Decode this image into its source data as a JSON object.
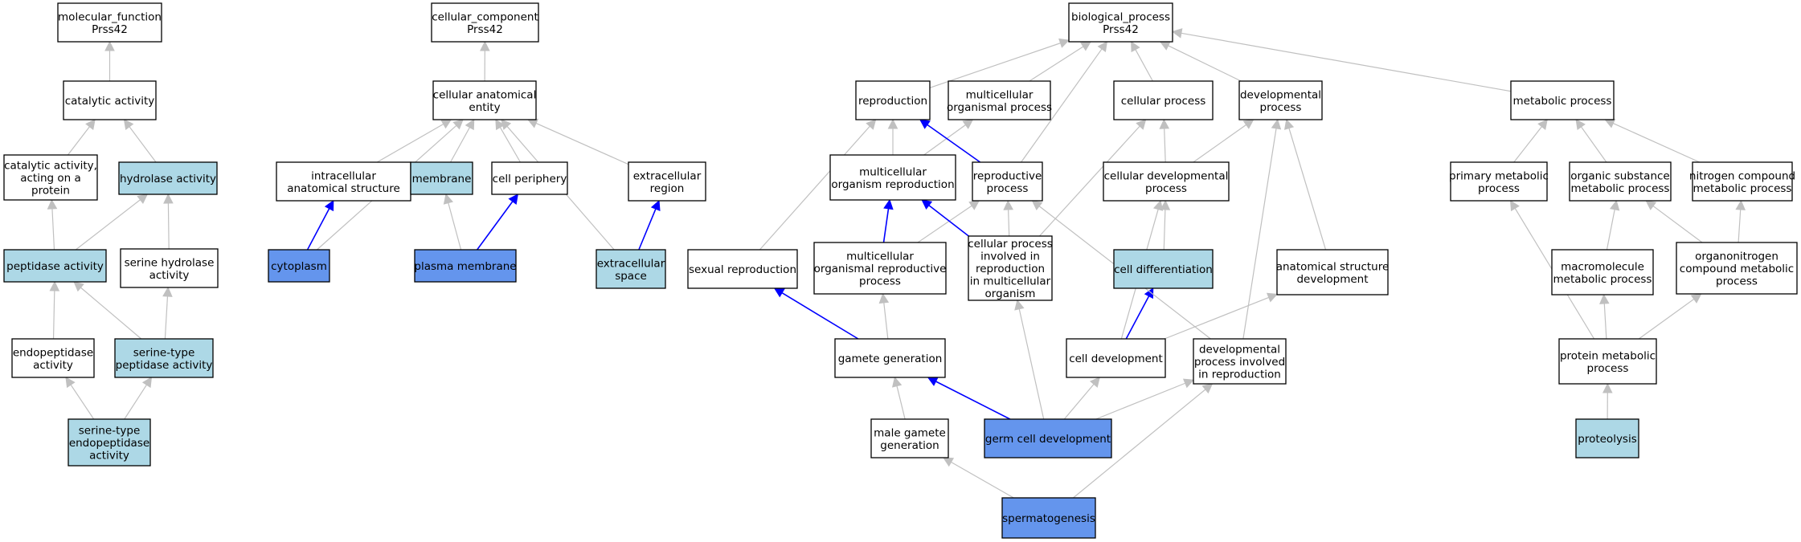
{
  "colors": {
    "default": "#ffffff",
    "light": "#add8e6",
    "dark": "#6495ed",
    "edge_gray": "#c0c0c0",
    "edge_blue": "#0000ff"
  },
  "nodes": [
    {
      "id": "mf",
      "lines": [
        "molecular_function",
        "Prss42"
      ],
      "style": "default"
    },
    {
      "id": "catact",
      "lines": [
        "catalytic activity"
      ],
      "style": "default"
    },
    {
      "id": "catprot",
      "lines": [
        "catalytic activity,",
        "acting on a",
        "protein"
      ],
      "style": "default"
    },
    {
      "id": "hydro",
      "lines": [
        "hydrolase activity"
      ],
      "style": "light"
    },
    {
      "id": "pept",
      "lines": [
        "peptidase activity"
      ],
      "style": "light"
    },
    {
      "id": "serhyd",
      "lines": [
        "serine hydrolase",
        "activity"
      ],
      "style": "default"
    },
    {
      "id": "endo",
      "lines": [
        "endopeptidase",
        "activity"
      ],
      "style": "default"
    },
    {
      "id": "serpep",
      "lines": [
        "serine-type",
        "peptidase activity"
      ],
      "style": "light"
    },
    {
      "id": "serendo",
      "lines": [
        "serine-type",
        "endopeptidase",
        "activity"
      ],
      "style": "light"
    },
    {
      "id": "cc",
      "lines": [
        "cellular_component",
        "Prss42"
      ],
      "style": "default"
    },
    {
      "id": "cae",
      "lines": [
        "cellular anatomical",
        "entity"
      ],
      "style": "default"
    },
    {
      "id": "ias",
      "lines": [
        "intracellular",
        "anatomical structure"
      ],
      "style": "default"
    },
    {
      "id": "membrane",
      "lines": [
        "membrane"
      ],
      "style": "light"
    },
    {
      "id": "cellper",
      "lines": [
        "cell periphery"
      ],
      "style": "default"
    },
    {
      "id": "extreg",
      "lines": [
        "extracellular",
        "region"
      ],
      "style": "default"
    },
    {
      "id": "cytoplasm",
      "lines": [
        "cytoplasm"
      ],
      "style": "dark"
    },
    {
      "id": "plasmamem",
      "lines": [
        "plasma membrane"
      ],
      "style": "dark"
    },
    {
      "id": "extspace",
      "lines": [
        "extracellular",
        "space"
      ],
      "style": "light"
    },
    {
      "id": "bp",
      "lines": [
        "biological_process",
        "Prss42"
      ],
      "style": "default"
    },
    {
      "id": "repro",
      "lines": [
        "reproduction"
      ],
      "style": "default"
    },
    {
      "id": "multiproc",
      "lines": [
        "multicellular",
        "organismal process"
      ],
      "style": "default"
    },
    {
      "id": "cellproc",
      "lines": [
        "cellular process"
      ],
      "style": "default"
    },
    {
      "id": "devproc",
      "lines": [
        "developmental",
        "process"
      ],
      "style": "default"
    },
    {
      "id": "metab",
      "lines": [
        "metabolic process"
      ],
      "style": "default"
    },
    {
      "id": "multirep",
      "lines": [
        "multicellular",
        "organism reproduction"
      ],
      "style": "default"
    },
    {
      "id": "reprproc",
      "lines": [
        "reproductive",
        "process"
      ],
      "style": "default"
    },
    {
      "id": "celldevproc",
      "lines": [
        "cellular developmental",
        "process"
      ],
      "style": "default"
    },
    {
      "id": "primmet",
      "lines": [
        "primary metabolic",
        "process"
      ],
      "style": "default"
    },
    {
      "id": "orgsub",
      "lines": [
        "organic substance",
        "metabolic process"
      ],
      "style": "default"
    },
    {
      "id": "nitro",
      "lines": [
        "nitrogen compound",
        "metabolic process"
      ],
      "style": "default"
    },
    {
      "id": "sexrep",
      "lines": [
        "sexual reproduction"
      ],
      "style": "default"
    },
    {
      "id": "multirepproc",
      "lines": [
        "multicellular",
        "organismal reproductive",
        "process"
      ],
      "style": "default"
    },
    {
      "id": "cpinv",
      "lines": [
        "cellular process",
        "involved in",
        "reproduction",
        "in multicellular",
        "organism"
      ],
      "style": "default"
    },
    {
      "id": "celldiff",
      "lines": [
        "cell differentiation"
      ],
      "style": "light"
    },
    {
      "id": "anatdev",
      "lines": [
        "anatomical structure",
        "development"
      ],
      "style": "default"
    },
    {
      "id": "macromet",
      "lines": [
        "macromolecule",
        "metabolic process"
      ],
      "style": "default"
    },
    {
      "id": "organo",
      "lines": [
        "organonitrogen",
        "compound metabolic",
        "process"
      ],
      "style": "default"
    },
    {
      "id": "gamgen",
      "lines": [
        "gamete generation"
      ],
      "style": "default"
    },
    {
      "id": "celldev",
      "lines": [
        "cell development"
      ],
      "style": "default"
    },
    {
      "id": "devinv",
      "lines": [
        "developmental",
        "process involved",
        "in reproduction"
      ],
      "style": "default"
    },
    {
      "id": "protmet",
      "lines": [
        "protein metabolic",
        "process"
      ],
      "style": "default"
    },
    {
      "id": "malegam",
      "lines": [
        "male gamete",
        "generation"
      ],
      "style": "default"
    },
    {
      "id": "germdev",
      "lines": [
        "germ cell development"
      ],
      "style": "dark"
    },
    {
      "id": "proteol",
      "lines": [
        "proteolysis"
      ],
      "style": "light"
    },
    {
      "id": "sperm",
      "lines": [
        "spermatogenesis"
      ],
      "style": "dark"
    }
  ],
  "edges": [
    {
      "from": "catact",
      "to": "mf",
      "color": "gray"
    },
    {
      "from": "catprot",
      "to": "catact",
      "color": "gray"
    },
    {
      "from": "hydro",
      "to": "catact",
      "color": "gray"
    },
    {
      "from": "pept",
      "to": "catprot",
      "color": "gray"
    },
    {
      "from": "pept",
      "to": "hydro",
      "color": "gray"
    },
    {
      "from": "serhyd",
      "to": "hydro",
      "color": "gray"
    },
    {
      "from": "endo",
      "to": "pept",
      "color": "gray"
    },
    {
      "from": "serpep",
      "to": "pept",
      "color": "gray"
    },
    {
      "from": "serpep",
      "to": "serhyd",
      "color": "gray"
    },
    {
      "from": "serendo",
      "to": "endo",
      "color": "gray"
    },
    {
      "from": "serendo",
      "to": "serpep",
      "color": "gray"
    },
    {
      "from": "cae",
      "to": "cc",
      "color": "gray"
    },
    {
      "from": "ias",
      "to": "cae",
      "color": "gray"
    },
    {
      "from": "membrane",
      "to": "cae",
      "color": "gray"
    },
    {
      "from": "cellper",
      "to": "cae",
      "color": "gray"
    },
    {
      "from": "extreg",
      "to": "cae",
      "color": "gray"
    },
    {
      "from": "cytoplasm",
      "to": "ias",
      "color": "blue"
    },
    {
      "from": "cytoplasm",
      "to": "cae",
      "color": "gray"
    },
    {
      "from": "plasmamem",
      "to": "membrane",
      "color": "gray"
    },
    {
      "from": "plasmamem",
      "to": "cellper",
      "color": "blue"
    },
    {
      "from": "extspace",
      "to": "extreg",
      "color": "blue"
    },
    {
      "from": "extspace",
      "to": "cae",
      "color": "gray"
    },
    {
      "from": "repro",
      "to": "bp",
      "color": "gray"
    },
    {
      "from": "multiproc",
      "to": "bp",
      "color": "gray"
    },
    {
      "from": "cellproc",
      "to": "bp",
      "color": "gray"
    },
    {
      "from": "devproc",
      "to": "bp",
      "color": "gray"
    },
    {
      "from": "metab",
      "to": "bp",
      "color": "gray"
    },
    {
      "from": "reprproc",
      "to": "bp",
      "color": "gray"
    },
    {
      "from": "multirep",
      "to": "repro",
      "color": "gray"
    },
    {
      "from": "multirep",
      "to": "multiproc",
      "color": "gray"
    },
    {
      "from": "reprproc",
      "to": "repro",
      "color": "blue"
    },
    {
      "from": "celldevproc",
      "to": "cellproc",
      "color": "gray"
    },
    {
      "from": "celldevproc",
      "to": "devproc",
      "color": "gray"
    },
    {
      "from": "primmet",
      "to": "metab",
      "color": "gray"
    },
    {
      "from": "orgsub",
      "to": "metab",
      "color": "gray"
    },
    {
      "from": "nitro",
      "to": "metab",
      "color": "gray"
    },
    {
      "from": "sexrep",
      "to": "repro",
      "color": "gray"
    },
    {
      "from": "multirepproc",
      "to": "multirep",
      "color": "blue"
    },
    {
      "from": "multirepproc",
      "to": "reprproc",
      "color": "gray"
    },
    {
      "from": "cpinv",
      "to": "multirep",
      "color": "blue"
    },
    {
      "from": "cpinv",
      "to": "reprproc",
      "color": "gray"
    },
    {
      "from": "cpinv",
      "to": "cellproc",
      "color": "gray"
    },
    {
      "from": "celldiff",
      "to": "celldevproc",
      "color": "gray"
    },
    {
      "from": "anatdev",
      "to": "devproc",
      "color": "gray"
    },
    {
      "from": "macromet",
      "to": "orgsub",
      "color": "gray"
    },
    {
      "from": "organo",
      "to": "orgsub",
      "color": "gray"
    },
    {
      "from": "organo",
      "to": "nitro",
      "color": "gray"
    },
    {
      "from": "gamgen",
      "to": "sexrep",
      "color": "blue"
    },
    {
      "from": "gamgen",
      "to": "multirepproc",
      "color": "gray"
    },
    {
      "from": "celldev",
      "to": "celldiff",
      "color": "blue"
    },
    {
      "from": "celldev",
      "to": "celldevproc",
      "color": "gray"
    },
    {
      "from": "celldev",
      "to": "anatdev",
      "color": "gray"
    },
    {
      "from": "devinv",
      "to": "reprproc",
      "color": "gray"
    },
    {
      "from": "devinv",
      "to": "devproc",
      "color": "gray"
    },
    {
      "from": "protmet",
      "to": "primmet",
      "color": "gray"
    },
    {
      "from": "protmet",
      "to": "macromet",
      "color": "gray"
    },
    {
      "from": "protmet",
      "to": "organo",
      "color": "gray"
    },
    {
      "from": "malegam",
      "to": "gamgen",
      "color": "gray"
    },
    {
      "from": "germdev",
      "to": "gamgen",
      "color": "blue"
    },
    {
      "from": "germdev",
      "to": "cpinv",
      "color": "gray"
    },
    {
      "from": "germdev",
      "to": "celldev",
      "color": "gray"
    },
    {
      "from": "germdev",
      "to": "devinv",
      "color": "gray"
    },
    {
      "from": "proteol",
      "to": "protmet",
      "color": "gray"
    },
    {
      "from": "sperm",
      "to": "malegam",
      "color": "gray"
    },
    {
      "from": "sperm",
      "to": "devinv",
      "color": "gray"
    }
  ]
}
